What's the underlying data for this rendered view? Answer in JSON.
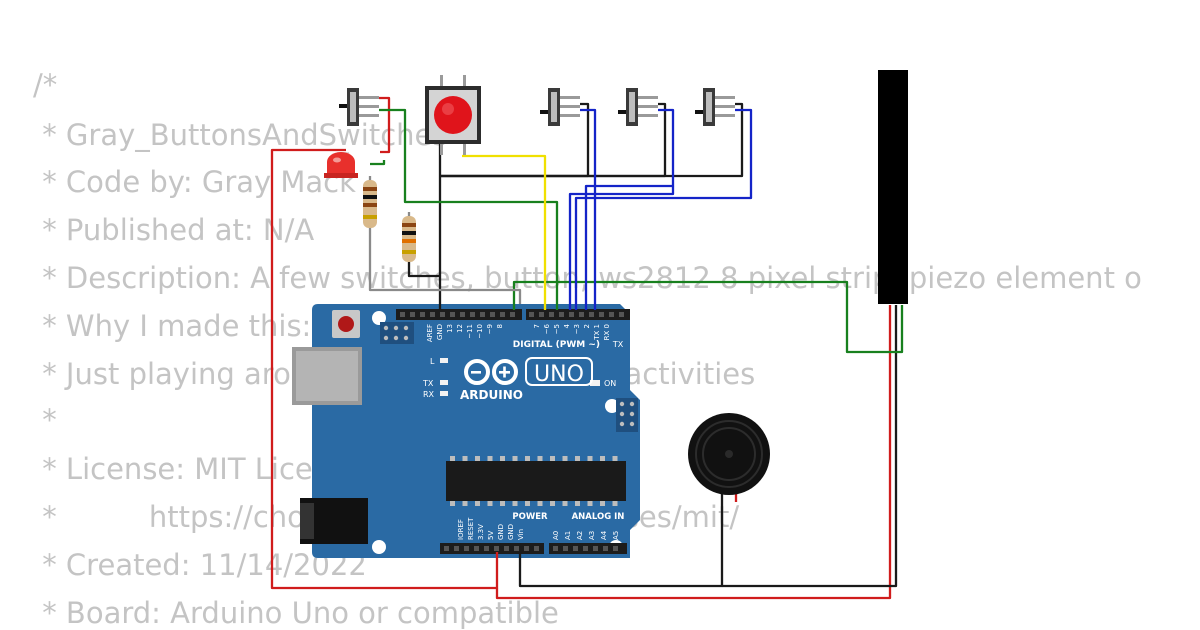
{
  "comment_lines": [
    "/*",
    " * Gray_ButtonsAndSwitches",
    " * Code by: Gray Mack",
    " * Published at: N/A",
    " * Description: A few switches, button, ws2812 8 pixel strip, piezo element o",
    " * Why I made this:",
    " * Just playing around with switches and activities",
    " *",
    " * License: MIT License",
    " *          https://choosealicense.com/licenses/mit/",
    " * Created: 11/14/2022",
    " * Board: Arduino Uno or compatible"
  ],
  "board": {
    "model": "UNO",
    "brand": "ARDUINO",
    "digital_header": "DIGITAL (PWM ~)",
    "power_header": "POWER",
    "analog_header": "ANALOG IN",
    "on_label": "ON",
    "l_label": "L",
    "tx_label": "TX",
    "rx_label": "RX",
    "digital_pins": [
      "AREF",
      "GND",
      "13",
      "12",
      "~11",
      "~10",
      "~9",
      "8",
      "7",
      "~6",
      "~5",
      "4",
      "~3",
      "2",
      "TX 1",
      "RX 0"
    ],
    "power_pins": [
      "IOREF",
      "RESET",
      "3.3V",
      "5V",
      "GND",
      "GND",
      "Vin"
    ],
    "analog_pins": [
      "A0",
      "A1",
      "A2",
      "A3",
      "A4",
      "A5"
    ],
    "color": "#2a6aa4"
  },
  "components": {
    "switches": 4,
    "pushbutton_color": "#e0141b",
    "led_color": "#e8302c",
    "strip_color": "#000000",
    "icons": [
      "slide-switch-icon",
      "pushbutton-icon",
      "led-icon",
      "resistor-icon",
      "piezo-buzzer-icon",
      "led-strip-icon",
      "usb-port-icon",
      "dc-jack-icon"
    ]
  },
  "wire_colors": {
    "red": "#d01c1c",
    "green": "#18801e",
    "black": "#1a1a1a",
    "blue": "#1424c8",
    "yellow": "#f0e000",
    "gray": "#8a8a8a"
  }
}
